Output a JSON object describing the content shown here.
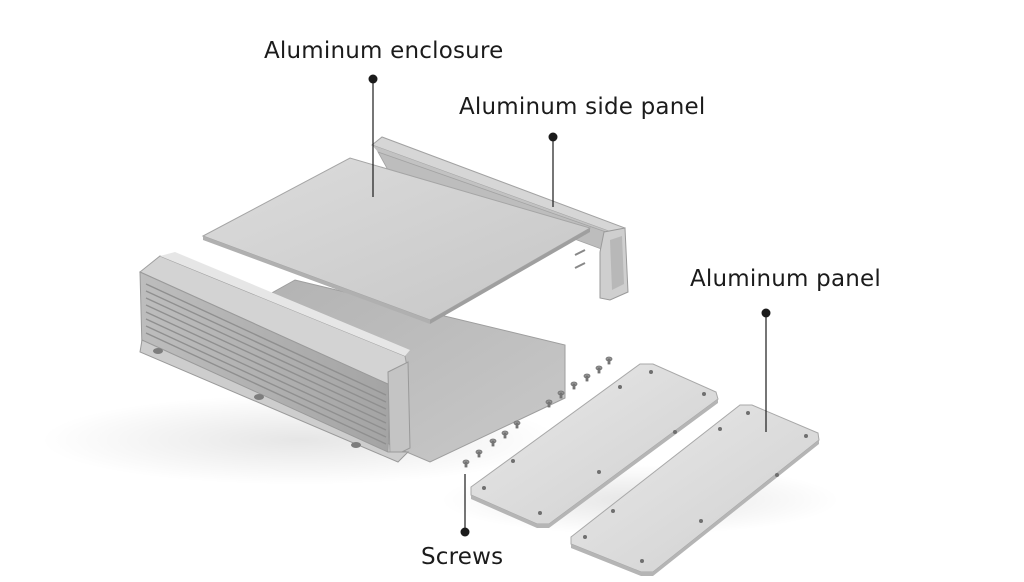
{
  "callouts": {
    "enclosure": "Aluminum enclosure",
    "side_panel": "Aluminum side panel",
    "panel": "Aluminum panel",
    "screws": "Screws"
  },
  "colors": {
    "background": "#ffffff",
    "aluminum_light": "#e4e4e4",
    "aluminum_mid": "#c9c9c9",
    "aluminum_dark": "#a9a9a9",
    "leader_line": "#1b1b1b"
  }
}
